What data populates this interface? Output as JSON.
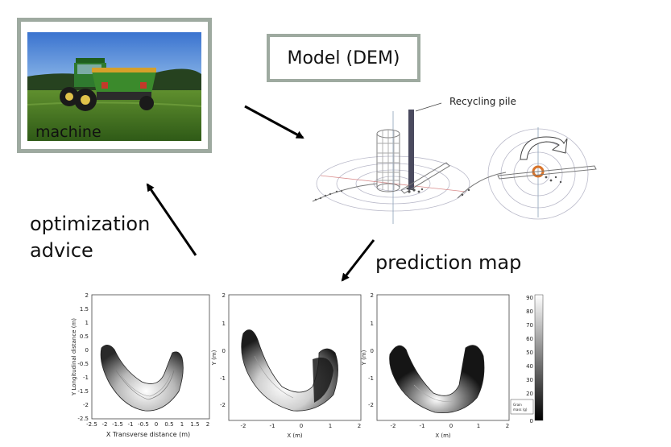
{
  "machine": {
    "label": "machine"
  },
  "model": {
    "label": "Model (DEM)"
  },
  "dem": {
    "callout": "Recycling pile"
  },
  "flow": {
    "optimization_line1": "optimization",
    "optimization_line2": "advice",
    "prediction": "prediction map"
  },
  "maps": {
    "map1": {
      "ylabel": "Y Longitudinal distance (m)",
      "xlabel": "X Transverse distance (m)",
      "xticks": [
        "-2.5",
        "-2",
        "-1.5",
        "-1",
        "-0.5",
        "0",
        "0.5",
        "1",
        "1.5",
        "2"
      ],
      "yticks": [
        "2",
        "1.5",
        "1",
        "0.5",
        "0",
        "-0.5",
        "-1",
        "-1.5",
        "-2",
        "-2.5"
      ]
    },
    "map2": {
      "ylabel": "Y (m)",
      "xlabel": "X (m)",
      "xticks": [
        "-2",
        "-1",
        "0",
        "1",
        "2"
      ],
      "yticks": [
        "2",
        "1",
        "0",
        "-1",
        "-2"
      ]
    },
    "map3": {
      "ylabel": "Y (m)",
      "xlabel": "X (m)",
      "xticks": [
        "-2",
        "-1",
        "0",
        "1",
        "2"
      ],
      "yticks": [
        "2",
        "1",
        "0",
        "-1",
        "-2"
      ]
    },
    "colorbar_ticks": [
      "90",
      "80",
      "70",
      "60",
      "50",
      "40",
      "30",
      "20",
      "10",
      "0"
    ],
    "legend_line1": "Grain",
    "legend_line2": "mass (g)"
  },
  "colors": {
    "frame": "#9eaaa0",
    "arrow": "#000000"
  }
}
